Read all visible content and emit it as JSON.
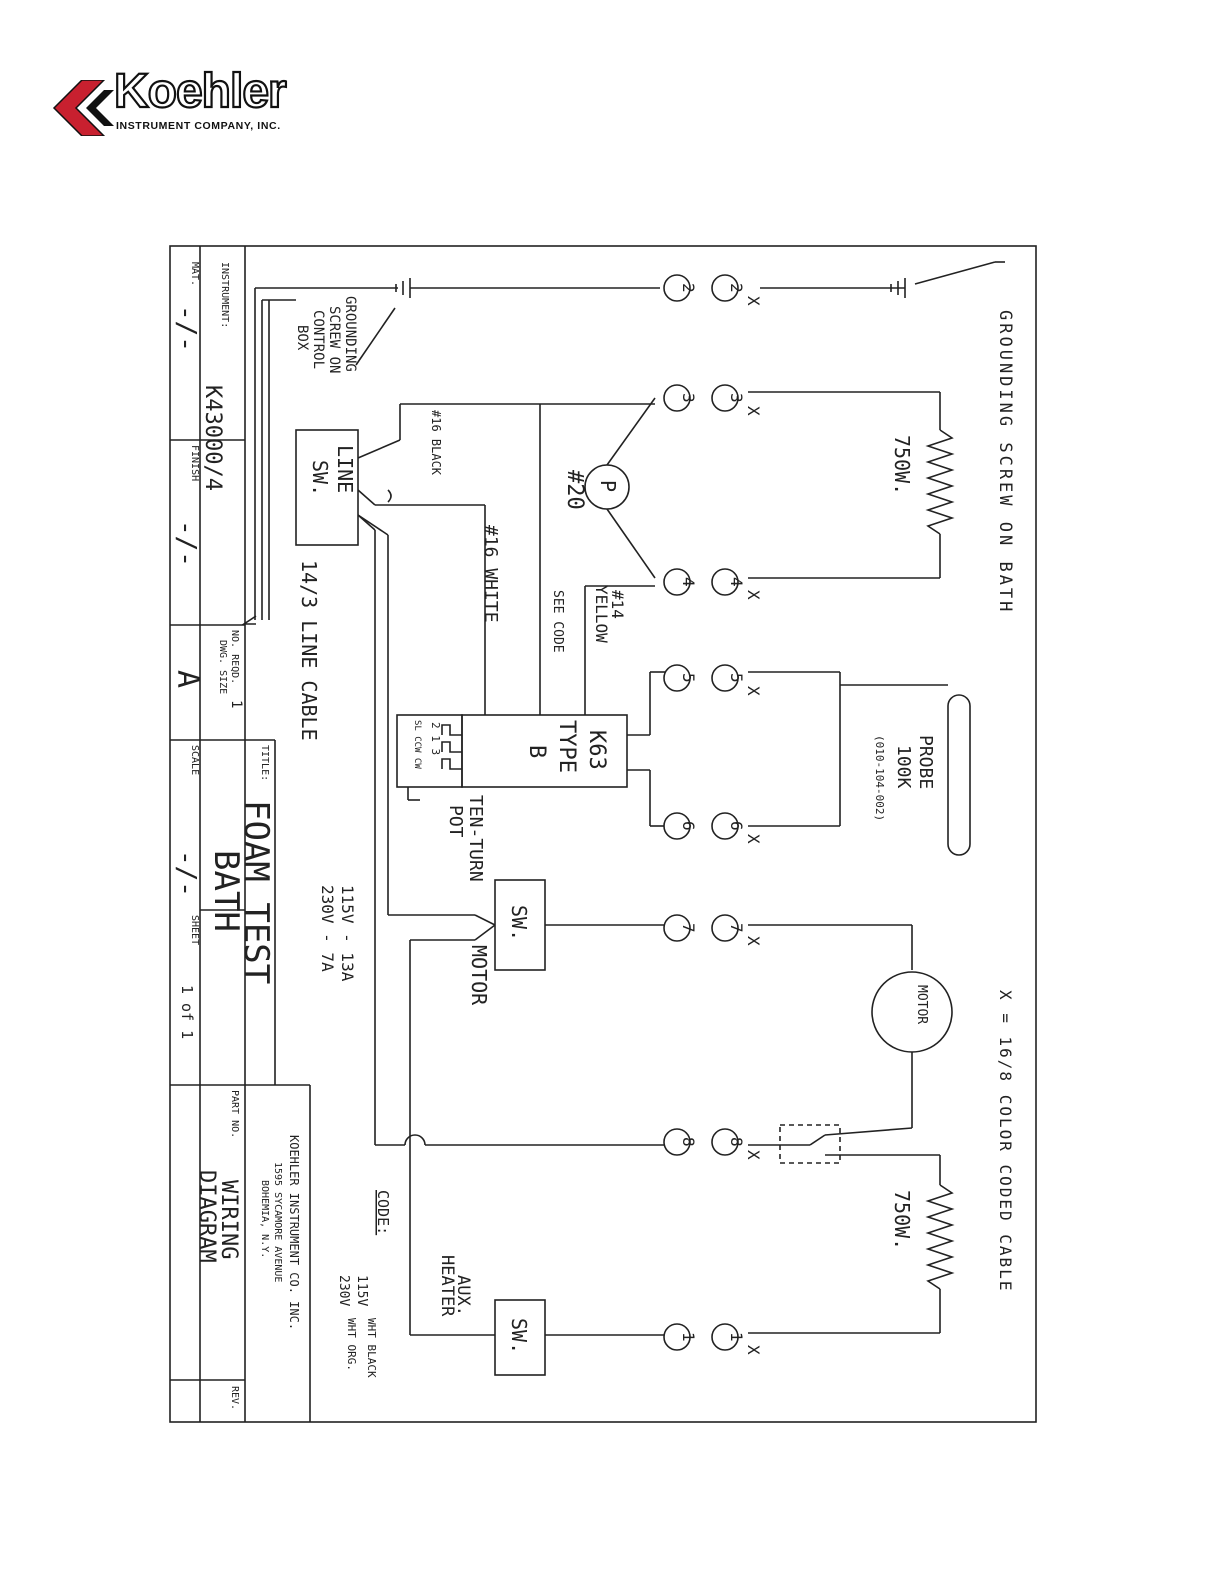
{
  "logo": {
    "name": "Koehler",
    "tagline": "INSTRUMENT COMPANY, INC.",
    "colors": {
      "red": "#c8202f",
      "black": "#111111"
    }
  },
  "title_block": {
    "instrument_label": "INSTRUMENT:",
    "instrument_value": "K43000/4",
    "mat_label": "MAT.",
    "mat_value": "-/-",
    "finish_label": "FINISH",
    "finish_value": "-/-",
    "no_reqd_label": "NO. REQD.",
    "no_reqd_value": "1",
    "dwg_size_label": "DWG. SIZE",
    "dwg_size_value": "A",
    "title_label": "TITLE:",
    "title_line1": "FOAM TEST",
    "title_line2": "BATH",
    "scale_label": "SCALE",
    "scale_value": "-/-",
    "sheet_label": "SHEET",
    "sheet_value": "1 of 1",
    "company_line1": "KOEHLER INSTRUMENT CO. INC.",
    "company_line2": "1595 SYCAMORE AVENUE",
    "company_line3": "BOHEMIA, N.Y.",
    "part_no_label": "PART NO.",
    "drawing_line1": "WIRING",
    "drawing_line2": "DIAGRAM",
    "rev_label": "REV."
  },
  "labels": {
    "grounding_bath": "GROUNDING SCREW ON BATH",
    "grounding_box_1": "GROUNDING",
    "grounding_box_2": "SCREW ON",
    "grounding_box_3": "CONTROL",
    "grounding_box_4": "BOX",
    "cable_note": "X = 16/8 COLOR CODED CABLE",
    "heater_750_a": "750W.",
    "heater_750_b": "750W.",
    "pump": "P",
    "black_wire": "#16 BLACK",
    "white_wire": "#16 WHITE",
    "wire_20": "#20",
    "see_code": "SEE CODE",
    "yellow_wire_1": "#14",
    "yellow_wire_2": "YELLOW",
    "line_sw_1": "LINE",
    "line_sw_2": "SW.",
    "line_cable": "14/3 LINE CABLE",
    "controller_1": "K63",
    "controller_2": "TYPE",
    "controller_3": "B",
    "pot_1": "TEN-TURN",
    "pot_2": "POT",
    "pot_pins": "2 1 3",
    "pot_terms": "SL CCW CW",
    "probe_1": "PROBE",
    "probe_2": "100K",
    "probe_3": "(010-104-002)",
    "rating_1": "115V - 13A",
    "rating_2": "230V - 7A",
    "motor_sw": "SW.",
    "motor_label": "MOTOR",
    "motor_circle": "MOTOR",
    "aux_sw": "SW.",
    "aux_1": "AUX.",
    "aux_2": "HEATER",
    "code_title": "CODE:",
    "code_115": "115V",
    "code_115_colors": "WHT BLACK",
    "code_230": "230V",
    "code_230_colors": "WHT ORG.",
    "x_mark": "X"
  },
  "terminals": {
    "outer": [
      "2",
      "3",
      "4",
      "5",
      "6",
      "7",
      "8",
      "1"
    ],
    "inner": [
      "2",
      "3",
      "4",
      "5",
      "6",
      "7",
      "8",
      "1"
    ]
  }
}
